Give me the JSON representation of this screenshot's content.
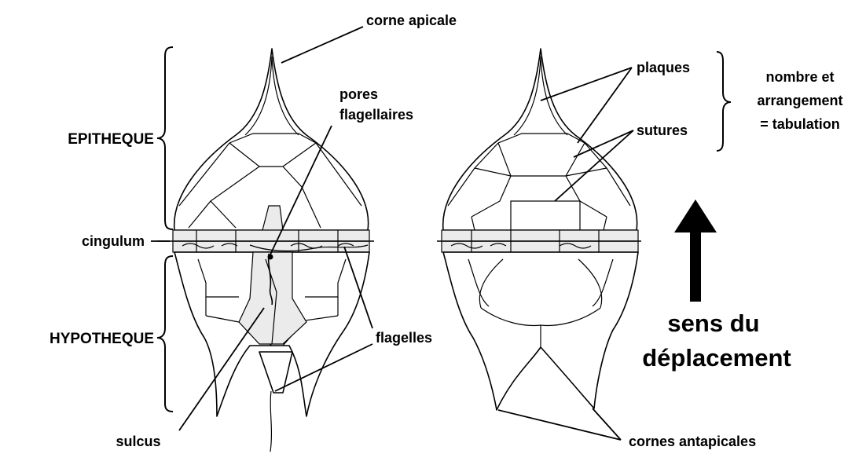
{
  "labels": {
    "corne_apicale": "corne apicale",
    "pores_line1": "pores",
    "pores_line2": "flagellaires",
    "plaques": "plaques",
    "sutures": "sutures",
    "tabulation_line1": "nombre et",
    "tabulation_line2": "arrangement",
    "tabulation_line3": "= tabulation",
    "epitheque": "EPITHEQUE",
    "cingulum": "cingulum",
    "hypotheque": "HYPOTHEQUE",
    "flagelles": "flagelles",
    "sulcus": "sulcus",
    "cornes_antapicales": "cornes antapicales",
    "sens_line1": "sens du",
    "sens_line2": "déplacement"
  },
  "colors": {
    "ink": "#000000",
    "shading": "#ebebeb",
    "background": "#ffffff"
  }
}
